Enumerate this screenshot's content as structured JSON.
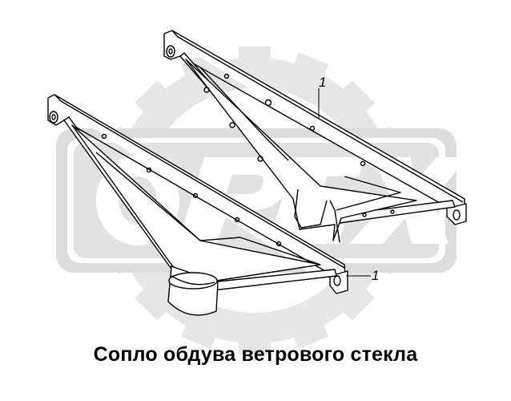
{
  "watermark": {
    "text": "OPEX",
    "color": "#e3e3e3",
    "icon": "gear-watermark-icon"
  },
  "callouts": [
    {
      "label": "1"
    },
    {
      "label": "1"
    }
  ],
  "caption": "Сопло обдува ветрового стекла"
}
